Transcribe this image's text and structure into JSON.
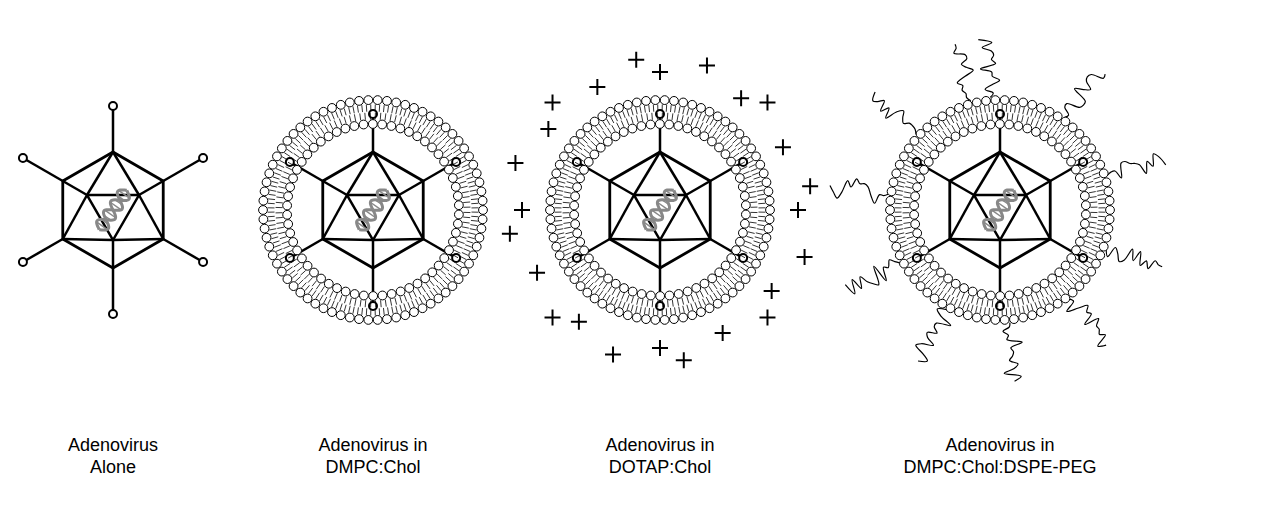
{
  "diagram": {
    "labels": [
      "Adenovirus Alone",
      "Adenovirus in DMPC:Chol",
      "Adenovirus in DOTAP:Chol",
      "Adenovirus in DMPC:Chol:DSPE-PEG"
    ]
  }
}
